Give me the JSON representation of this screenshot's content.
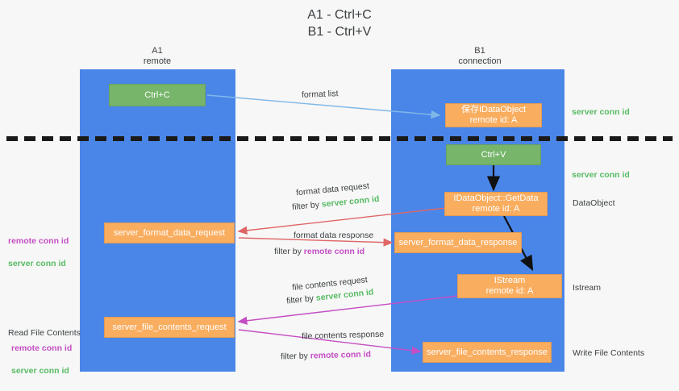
{
  "title": "A1 - Ctrl+C\nB1 - Ctrl+V",
  "lanes": [
    {
      "name": "A1",
      "role": "remote",
      "label": "A1\nremote"
    },
    {
      "name": "B1",
      "role": "connection",
      "label": "B1\nconnection"
    }
  ],
  "colors": {
    "lane": "#4a86e8",
    "green_box": "#76b56a",
    "orange_box": "#f9ad5f",
    "server_conn_id": "#57bb63",
    "remote_conn_id": "#c44ec4",
    "arrow_format_list": "#7fb8e8",
    "arrow_getdata": "#000000",
    "arrow_format_data": "#e06666",
    "arrow_file_contents": "#c44ec4",
    "background": "#f7f7f7",
    "text": "#3c4043"
  },
  "boxes": [
    {
      "id": "ctrl-c",
      "lane": "A1",
      "kind": "green",
      "label": "Ctrl+C"
    },
    {
      "id": "save-idataobject",
      "lane": "B1",
      "kind": "orange",
      "label": "保存IDataObject\nremote id: A"
    },
    {
      "id": "ctrl-v",
      "lane": "B1",
      "kind": "green",
      "label": "Ctrl+V"
    },
    {
      "id": "idataobject-getdata",
      "lane": "B1",
      "kind": "orange",
      "label": "IDataObject::GetData\nremote id: A"
    },
    {
      "id": "server-format-data-request",
      "lane": "A1",
      "kind": "orange",
      "label": "server_format_data_request"
    },
    {
      "id": "server-format-data-response",
      "lane": "B1",
      "kind": "orange",
      "label": "server_format_data_response"
    },
    {
      "id": "istream",
      "lane": "B1",
      "kind": "orange",
      "label": "IStream\nremote id: A"
    },
    {
      "id": "server-file-contents-request",
      "lane": "A1",
      "kind": "orange",
      "label": "server_file_contents_request"
    },
    {
      "id": "server-file-contents-response",
      "lane": "B1",
      "kind": "orange",
      "label": "server_file_contents_response"
    }
  ],
  "edge_labels": {
    "format_list": "format list",
    "format_data_request": "format data request",
    "format_data_request_filter_prefix": "filter by ",
    "format_data_request_filter_key": "server conn id",
    "format_data_response": "format data response",
    "format_data_response_filter_prefix": "filter by ",
    "format_data_response_filter_key": "remote conn id",
    "file_contents_request": "file contents request",
    "file_contents_request_filter_prefix": "filter by ",
    "file_contents_request_filter_key": "server conn id",
    "file_contents_response": "file contents response",
    "file_contents_response_filter_prefix": "filter by ",
    "file_contents_response_filter_key": "remote conn id"
  },
  "right_annotations": [
    {
      "id": "server-conn-id-1",
      "text": "server conn id",
      "style": "green"
    },
    {
      "id": "server-conn-id-2",
      "text": "server conn id",
      "style": "green"
    },
    {
      "id": "dataobject",
      "text": "DataObject",
      "style": "plain"
    },
    {
      "id": "istream-label",
      "text": "Istream",
      "style": "plain"
    },
    {
      "id": "write-file-contents",
      "text": "Write File Contents",
      "style": "plain"
    }
  ],
  "left_annotations": {
    "ids_upper": {
      "remote": "remote conn id",
      "server": "server conn id"
    },
    "read_file_contents": "Read File Contents",
    "ids_lower": {
      "remote": "remote conn id",
      "server": "server conn id"
    }
  }
}
